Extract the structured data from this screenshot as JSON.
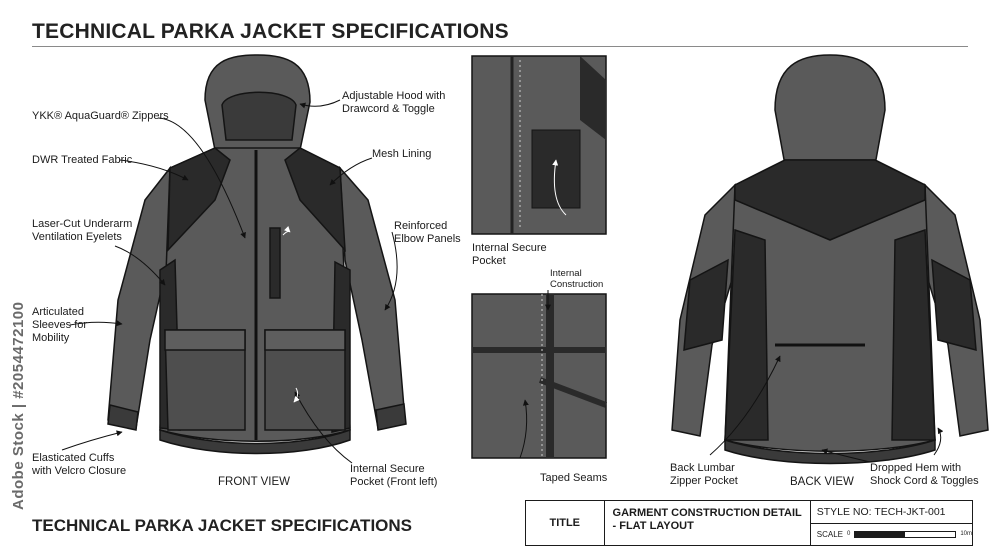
{
  "header": {
    "title": "TECHNICAL PARKA JACKET SPECIFICATIONS"
  },
  "footer": {
    "title": "TECHNICAL PARKA JACKET SPECIFICATIONS"
  },
  "credit": "Adobe Stock | #2054472100",
  "callouts": {
    "hood": "Adjustable Hood with\nDrawcord & Toggle",
    "zippers": "YKK® AquaGuard® Zippers",
    "dwr": "DWR Treated Fabric",
    "mesh": "Mesh Lining",
    "vent": "Laser-Cut Underarm\nVentilation Eyelets",
    "elbow": "Reinforced\nElbow Panels",
    "sleeves": "Articulated\nSleeves for\nMobility",
    "cuffs": "Elasticated Cuffs\nwith Velcro Closure",
    "internal_pocket_front": "Internal Secure\nPocket (Front left)",
    "internal_pocket_detail": "Internal Secure\nPocket",
    "internal_construction": "Internal\nConstruction",
    "taped_seams": "Taped Seams",
    "lumbar": "Back Lumbar\nZipper Pocket",
    "hem": "Dropped Hem with\nShock Cord & Toggles"
  },
  "views": {
    "front": "FRONT VIEW",
    "back": "BACK VIEW"
  },
  "title_block": {
    "title_label": "TITLE",
    "description": "GARMENT CONSTRUCTION DETAIL\n- FLAT LAYOUT",
    "style_no": "STYLE NO: TECH-JKT-001",
    "scale_label": "SCALE",
    "scale_start": "0",
    "scale_end": "10m"
  },
  "colors": {
    "shell": "#5a5a5a",
    "panel": "#2a2a2a",
    "outline": "#141414",
    "background": "#ffffff"
  }
}
